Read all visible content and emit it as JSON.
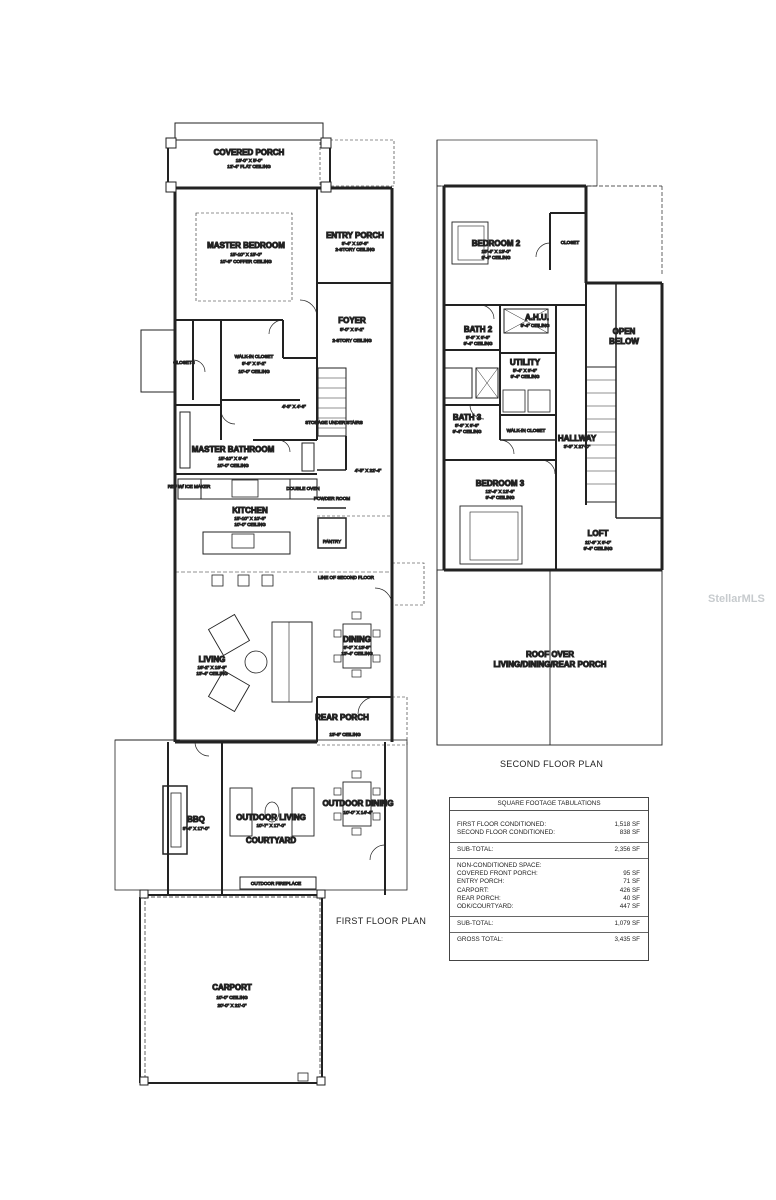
{
  "first_floor": {
    "rooms": {
      "covered_porch": {
        "name": "COVERED PORCH",
        "dims": "18'-0\" X 5'-0\"",
        "ceiling": "12'-4\" FLAT CEILING"
      },
      "entry_porch": {
        "name": "ENTRY PORCH",
        "dims": "8'-4\" X 10'-6\"",
        "ceiling": "2-STORY CEILING"
      },
      "master_bedroom": {
        "name": "MASTER BEDROOM",
        "dims": "15'-10\" X 15'-0\"",
        "ceiling": "10'-8\" COFFER CEILING"
      },
      "foyer": {
        "name": "FOYER",
        "dims": "8'-0\" X 9'-2\"",
        "ceiling": "2-STORY CEILING"
      },
      "closets": {
        "name": "CLOSETS"
      },
      "walk_in_closet": {
        "name": "WALK-IN CLOSET",
        "dims": "9'-6\" X 8'-2\"",
        "ceiling": "10'-0\" CEILING"
      },
      "wc": {
        "dims": "4'-3\" X 4'-6\""
      },
      "storage": {
        "name": "STORAGE UNDER STAIRS"
      },
      "master_bathroom": {
        "name": "MASTER BATHROOM",
        "dims": "15'-10\" X 8'-6\"",
        "ceiling": "10'-0\" CEILING"
      },
      "half_bath": {
        "dims": "4'-5\" X 22'-4\""
      },
      "powder_room": {
        "name": "POWDER ROOM"
      },
      "double_oven": {
        "name": "DOUBLE OVEN"
      },
      "ref": {
        "name": "REF W/ ICE MAKER"
      },
      "kitchen": {
        "name": "KITCHEN",
        "dims": "15'-10\" X 10'-8\"",
        "ceiling": "10'-0\" CEILING"
      },
      "pantry": {
        "name": "PANTRY"
      },
      "line_of_second_floor": {
        "name": "LINE OF SECOND FLOOR"
      },
      "dining": {
        "name": "DINING",
        "dims": "8'-0\" X 13'-8\"",
        "ceiling": "13'-4\" CEILING"
      },
      "living": {
        "name": "LIVING",
        "dims": "16'-2\" X 18'-8\"",
        "ceiling": "13'-4\" CEILING"
      },
      "rear_porch": {
        "name": "REAR PORCH",
        "dims": "13'-8\" CEILING"
      },
      "bbq": {
        "name": "BBQ",
        "dims": "8'-4\" X 17'-0\""
      },
      "outdoor_living": {
        "name": "OUTDOOR LIVING",
        "dims": "10'-7\" X 17'-0\"",
        "sub": "COURTYARD"
      },
      "outdoor_dining": {
        "name": "OUTDOOR DINING",
        "dims": "10'-0\" X 14'-4\""
      },
      "outdoor_fireplace": {
        "name": "OUTDOOR FIREPLACE"
      },
      "carport": {
        "name": "CARPORT",
        "ceiling": "10'-0\" CEILING",
        "dims": "20'-0\" X 21'-0\""
      }
    },
    "caption": "FIRST FLOOR PLAN"
  },
  "second_floor": {
    "rooms": {
      "bedroom2": {
        "name": "BEDROOM 2",
        "dims": "13'-4\" X 13'-0\"",
        "ceiling": "9'-4\" CEILING"
      },
      "closet": {
        "name": "CLOSET"
      },
      "bath2": {
        "name": "BATH 2",
        "dims": "8'-6\" X 6'-6\"",
        "ceiling": "9'-4\" CEILING"
      },
      "ahu": {
        "name": "A.H.U.",
        "dims": "9'-4\" CEILING"
      },
      "open_below": {
        "name": "OPEN",
        "name2": "BELOW"
      },
      "utility": {
        "name": "UTILITY",
        "dims": "5'-4\" X 8'-6\"",
        "ceiling": "9'-4\" CEILING"
      },
      "bath3": {
        "name": "BATH 3",
        "dims": "8'-6\" X 6'-6\"",
        "ceiling": "9'-4\" CEILING"
      },
      "walk_in_closet": {
        "name": "WALK-IN CLOSET"
      },
      "hallway": {
        "name": "HALLWAY",
        "dims": "3'-3\" X 27'-0\""
      },
      "bedroom3": {
        "name": "BEDROOM 3",
        "dims": "12'-4\" X 12'-6\"",
        "ceiling": "9'-4\" CEILING"
      },
      "loft": {
        "name": "LOFT",
        "dims": "11'-6\" X 6'-0\"",
        "ceiling": "9'-4\" CEILING"
      },
      "roof_over": {
        "name": "ROOF OVER",
        "name2": "LIVING/DINING/REAR PORCH"
      }
    },
    "caption": "SECOND FLOOR PLAN"
  },
  "tabulation": {
    "title": "SQUARE FOOTAGE TABULATIONS",
    "conditioned": [
      {
        "label": "FIRST FLOOR CONDITIONED:",
        "value": "1,518 SF"
      },
      {
        "label": "SECOND FLOOR CONDITIONED:",
        "value": "838 SF"
      }
    ],
    "subtotal1": {
      "label": "SUB-TOTAL:",
      "value": "2,356 SF"
    },
    "nonconditioned_title": "NON-CONDITIONED SPACE:",
    "nonconditioned": [
      {
        "label": "COVERED FRONT PORCH:",
        "value": "95 SF"
      },
      {
        "label": "ENTRY PORCH:",
        "value": "71 SF"
      },
      {
        "label": "CARPORT:",
        "value": "426 SF"
      },
      {
        "label": "REAR PORCH:",
        "value": "40 SF"
      },
      {
        "label": "ODK/COURTYARD:",
        "value": "447 SF"
      }
    ],
    "subtotal2": {
      "label": "SUB-TOTAL:",
      "value": "1,079 SF"
    },
    "gross": {
      "label": "GROSS TOTAL:",
      "value": "3,435 SF"
    }
  },
  "watermark": "StellarMLS"
}
